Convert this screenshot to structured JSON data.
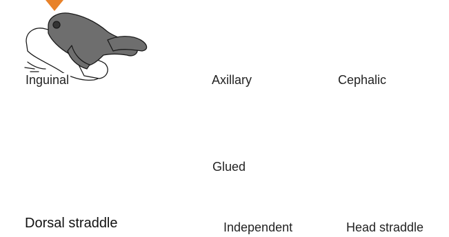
{
  "labels": {
    "inguinal": "Inguinal",
    "axillary": "Axillary",
    "cephalic": "Cephalic",
    "dorsal_straddle": "Dorsal straddle",
    "glued": "Glued",
    "independent": "Independent",
    "head_straddle": "Head straddle"
  },
  "colors": {
    "male_frog": "#6e6e6e",
    "female_frog": "#ffffff",
    "marker": "#e8822a",
    "outline": "#1a1a1a"
  }
}
